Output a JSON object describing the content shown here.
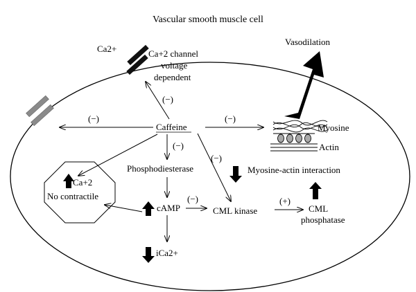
{
  "title": "Vascular smooth muscle cell",
  "labels": {
    "ca_outside": "Ca2+",
    "channel_line1": "Ca+2 channel",
    "channel_line2": "voltage",
    "channel_line3": "dependent",
    "vasodilation": "Vasodilation",
    "caffeine": "Caffeine",
    "myosine": "Myosine",
    "actin": "Actin",
    "phosphodiesterase": "Phosphodiesterase",
    "myosin_actin_interaction": "Myosine-actin interaction",
    "octagon_ca": "Ca+2",
    "no_contractile": "No contractile",
    "camp": "cAMP",
    "cml_kinase": "CML kinase",
    "cml_phosphatase_line1": "CML",
    "cml_phosphatase_line2": "phosphatase",
    "ica": "iCa2+"
  },
  "effects": {
    "inhibit": "(−)",
    "activate": "(+)"
  },
  "colors": {
    "stroke": "#000000",
    "channel_dark": "#111111",
    "channel_grey": "#8a8a8a",
    "actin_bead": "#a9a9a9"
  },
  "icons": {
    "up": "thick-up-arrow-icon",
    "down": "thick-down-arrow-icon"
  }
}
